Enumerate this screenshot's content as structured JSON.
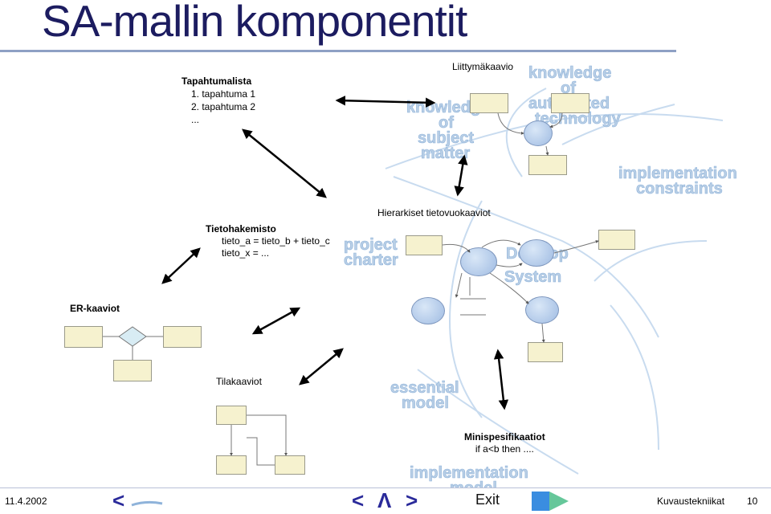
{
  "slide": {
    "title": "SA-mallin komponentit",
    "page_number": "10"
  },
  "watermark": {
    "knowledge_automated": [
      "knowledge",
      "of",
      "automated",
      "technology"
    ],
    "knowledge_subject": [
      "knowledge",
      "of",
      "subject",
      "matter"
    ],
    "implementation_constraints": [
      "implementation",
      "constraints"
    ],
    "project_charter": [
      "project",
      "charter"
    ],
    "develop_system": [
      "Develop",
      "System"
    ],
    "essential_model": [
      "essential",
      "model"
    ],
    "implementation_model": [
      "implementation",
      "model"
    ]
  },
  "components": {
    "tapahtumalista": {
      "heading": "Tapahtumalista",
      "lines": [
        "1. tapahtuma 1",
        "2. tapahtuma 2",
        "..."
      ]
    },
    "liittymakaavio": {
      "heading": "Liittymäkaavio"
    },
    "tietohakemisto": {
      "heading": "Tietohakemisto",
      "lines": [
        "tieto_a = tieto_b + tieto_c",
        "tieto_x = ..."
      ]
    },
    "hierarkiset": {
      "heading": "Hierarkiset tietovuokaaviot"
    },
    "er_kaaviot": {
      "heading": "ER-kaaviot"
    },
    "tilakaaviot": {
      "heading": "Tilakaaviot"
    },
    "minispesifikaatiot": {
      "heading": "Minispesifikaatiot",
      "lines": [
        "if a<b then ...."
      ]
    }
  },
  "footer": {
    "date": "11.4.2002",
    "exit_label": "Exit",
    "course": "Kuvaustekniikat",
    "nav": {
      "first": "<",
      "prev": "<",
      "up": "Λ",
      "next": ">"
    }
  },
  "colors": {
    "title": "#1c1c60",
    "arrow": "#000000",
    "box_fill": "#f6f2cf",
    "oval_fill": "#9fbbe2",
    "watermark": "#b9cfe6",
    "nav": "#2a2a9a"
  }
}
